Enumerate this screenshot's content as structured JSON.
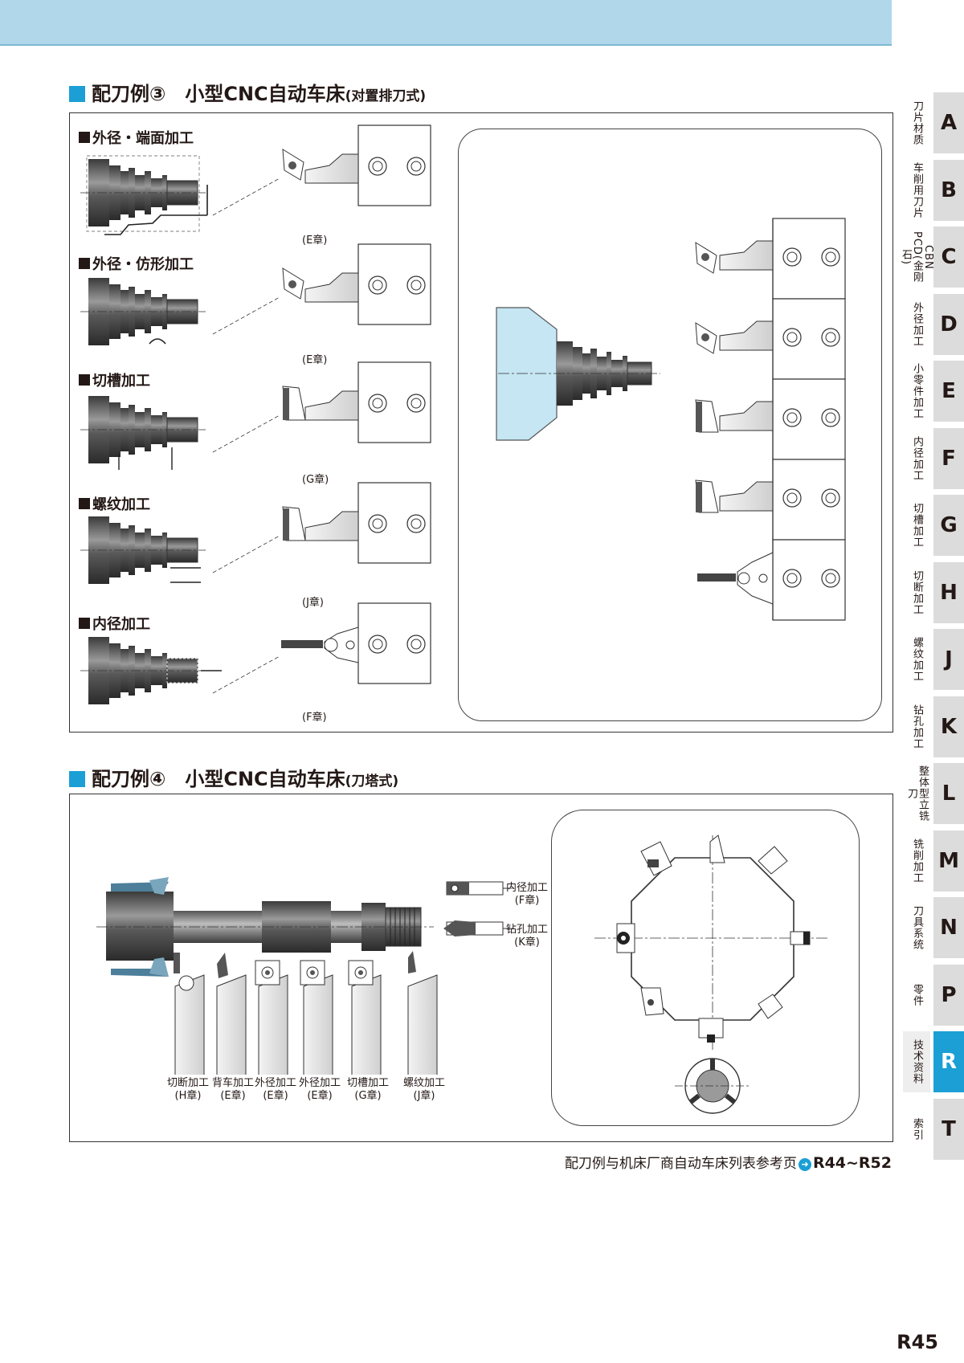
{
  "section3": {
    "title_main": "配刀例③",
    "title_name": "小型CNC自动车床",
    "title_sub": "(对置排刀式)"
  },
  "section4": {
    "title_main": "配刀例④",
    "title_name": "小型CNC自动车床",
    "title_sub": "(刀塔式)"
  },
  "ops3": [
    {
      "label": "外径・端面加工",
      "chapter": "(E章)"
    },
    {
      "label": "外径・仿形加工",
      "chapter": "(E章)"
    },
    {
      "label": "切槽加工",
      "chapter": "(G章)"
    },
    {
      "label": "螺纹加工",
      "chapter": "(J章)"
    },
    {
      "label": "内径加工",
      "chapter": "(F章)"
    }
  ],
  "ops4_bottom": [
    {
      "name": "切断加工",
      "chapter": "(H章)"
    },
    {
      "name": "背车加工",
      "chapter": "(E章)"
    },
    {
      "name": "外径加工",
      "chapter": "(E章)"
    },
    {
      "name": "外径加工",
      "chapter": "(E章)"
    },
    {
      "name": "切槽加工",
      "chapter": "(G章)"
    },
    {
      "name": "螺纹加工",
      "chapter": "(J章)"
    }
  ],
  "ops4_top": [
    {
      "name": "内径加工",
      "chapter": "(F章)"
    },
    {
      "name": "钻孔加工",
      "chapter": "(K章)"
    }
  ],
  "reference": {
    "text": "配刀例与机床厂商自动车床列表参考页",
    "pages": "R44~R52",
    "arrow_icon": "arrow-circle-icon"
  },
  "page_number": "R45",
  "side_index": [
    {
      "letter": "A",
      "label": "刀片材质"
    },
    {
      "letter": "B",
      "label": "车削用刀片"
    },
    {
      "letter": "C",
      "label": "CBN PCD(金刚石)"
    },
    {
      "letter": "D",
      "label": "外径加工"
    },
    {
      "letter": "E",
      "label": "小零件加工"
    },
    {
      "letter": "F",
      "label": "内径加工"
    },
    {
      "letter": "G",
      "label": "切槽加工"
    },
    {
      "letter": "H",
      "label": "切断加工"
    },
    {
      "letter": "J",
      "label": "螺纹加工"
    },
    {
      "letter": "K",
      "label": "钻孔加工"
    },
    {
      "letter": "L",
      "label": "整体型立铣刀"
    },
    {
      "letter": "M",
      "label": "铣削加工"
    },
    {
      "letter": "N",
      "label": "刀具系统"
    },
    {
      "letter": "P",
      "label": "零件"
    },
    {
      "letter": "R",
      "label": "技术资料"
    },
    {
      "letter": "T",
      "label": "索引"
    }
  ],
  "active_index": "R",
  "colors": {
    "accent": "#1b9fd5",
    "header_band": "#b0d8ea",
    "chuck": "#c5e6f2",
    "tab_gray": "#dcdcdc"
  }
}
